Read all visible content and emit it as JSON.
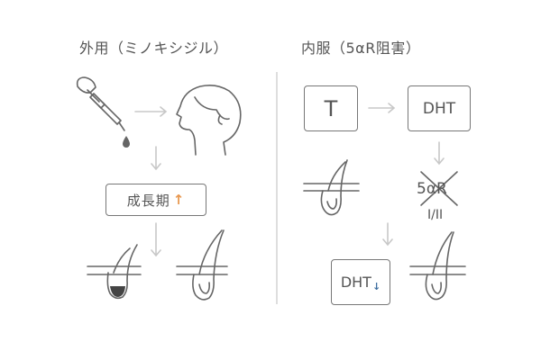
{
  "topical": {
    "title": "外用（ミノキシジル）",
    "stage_label": "成長期",
    "stage_arrow": "↑",
    "arrow_color": "#e8974e"
  },
  "oral": {
    "title": "内服（5αR阻害）",
    "substrate": "T",
    "product": "DHT",
    "enzyme": "5αR",
    "isoforms": "I/II",
    "result_label": "DHT",
    "result_arrow": "↓",
    "arrow_color": "#3f6fa0"
  },
  "colors": {
    "line": "#777777",
    "arrow": "#c8c8c8",
    "divider": "#d4d4d4"
  }
}
